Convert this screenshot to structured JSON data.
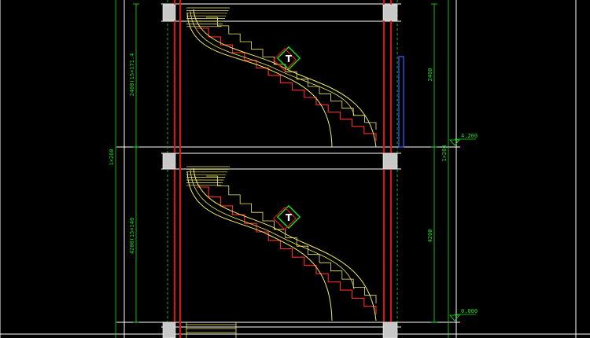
{
  "colors": {
    "background": "#000000",
    "wall": "#e11111",
    "stair": "#f2ec6a",
    "step_outline": "#ff2a2a",
    "dimension": "#19e619",
    "frame": "#ffffff",
    "gray_fill": "#c8c8c8",
    "blue_rail": "#3a64ff"
  },
  "dimensions": {
    "upper_flight": "2400(15×171.4",
    "lower_flight": "4200(15×140",
    "total_left": "1×260",
    "total_right": "1×260",
    "right_upper": "2400",
    "right_lower": "4200"
  },
  "level_marks": {
    "upper": "4.200",
    "lower": "0.000"
  },
  "section_tags": [
    {
      "letter": "T"
    },
    {
      "letter": "T"
    }
  ],
  "flights": [
    {
      "name": "upper",
      "steps": 15
    },
    {
      "name": "lower",
      "steps": 15
    }
  ]
}
